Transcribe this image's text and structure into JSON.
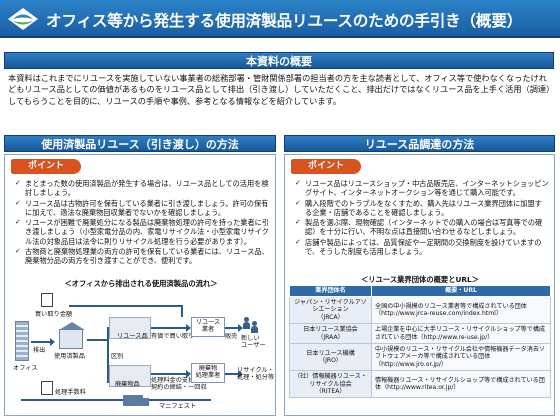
{
  "title": "オフィス等から発生する使用済製品リユースのための手引き（概要）",
  "overview": {
    "heading": "本資料の概要",
    "text": "本資料はこれまでにリユースを実施していない事業者の総務部署・管財関係部署の担当者の方を主な読者として、オフィス等で使わなくなったけれどもリユース品としての価値があるものをリユース品として排出（引き渡し）していただくこと、排出だけではなくリユース品を上手く活用（調達）してもらうことを目的に、リユースの手順や事例、参考となる情報などを紹介しています。"
  },
  "left": {
    "heading": "使用済製品リユース（引き渡し）の方法",
    "point": "ポイント",
    "bullets": [
      "まとまった数の使用済製品が発生する場合は、リユース品としての活用を検討しましょう。",
      "リユース品は古物許可を保有している業者に引き渡しましょう。許可の保有に加えて、適法な廃棄物回収業者でないかを確認しましょう。",
      "リユースが困難で廃棄処分になる製品は廃棄物処理の許可を持った業者に引き渡しましょう（小型家電分品の内、家電リサイクル法・小型家電リサイクル法の対象品目は法令に則りリサイクル処理を行う必要があります）。",
      "古物商と廃棄物処理業の両方の許可を保有している業者には、リユース品、廃棄物分品の両方を引き渡すことができ、便利です。"
    ],
    "flow_title": "＜オフィスから排出される使用済製品の流れ＞",
    "diagram": {
      "buy_contract": "買い取り金額",
      "office": "オフィス",
      "discharge": "排出",
      "used_products": "使用済製品",
      "zone": "区別",
      "reuse_products": "リユース品",
      "waste_products": "廃棄物品",
      "paid_purchase": "有価で買い取り",
      "fee_contract": "処理料金の支払い・\n契約の締結・一回収",
      "reuse_business": "リユース\n業者",
      "sale": "販売",
      "new_user": "新しい\nユーザー",
      "waste_business": "廃棄物\n処理業者",
      "recycle": "リサイクル・\n処理・処分等",
      "processing_fee": "処理手数料",
      "manifest": "マニフェスト"
    }
  },
  "right": {
    "heading": "リユース品調達の方法",
    "point": "ポイント",
    "bullets": [
      "リユース品はリユースショップ・中古品販売店、インターネットショッピングサイト、インターネットオークション等を通じて購入可能です。",
      "購入段階でのトラブルをなくすため、購入先はリユース業界団体に加盟する企業・店舗であることを確認しましょう。",
      "製品を選ぶ際、現物確認（インターネットでの購入の場合は写真等での確認）を十分に行い、不明な点は直接問い合わせるなどしましょう。",
      "店舗や製品によっては、品質保証や一定期間の交換制度を設けていますので、そうした制度も活用しましょう。"
    ],
    "table_title": "＜リユース業界団体の概要とURL＞",
    "table": {
      "headers": [
        "業界団体名",
        "概要・URL"
      ],
      "rows": [
        {
          "name": "ジャパン・リサイクルアソシエーション\n（JRCA）",
          "desc": "全国の中小規模のリユース業者等で構成されている団体（http://www.jrca-reuse.com/index.html）"
        },
        {
          "name": "日本リユース業協会\n（JRAA）",
          "desc": "上場企業を中心に大手リユース・リサイクルショップ等で構成されている団体（http://www.re-use.jp/）"
        },
        {
          "name": "日本リユース機構\n（JRO）",
          "desc": "中小規模のリユース・リサイクル会社や情報機器データ消去ソフトウェアメーカ等で構成されている団体（http://www.jro.or.jp/）"
        },
        {
          "name": "（社）情報機器リユース・リサイクル協会\n（RITEA）",
          "desc": "情報機器リユース・リサイクルショップ等で構成されている団体（http://www.ritea.or.jp/）"
        }
      ]
    }
  }
}
